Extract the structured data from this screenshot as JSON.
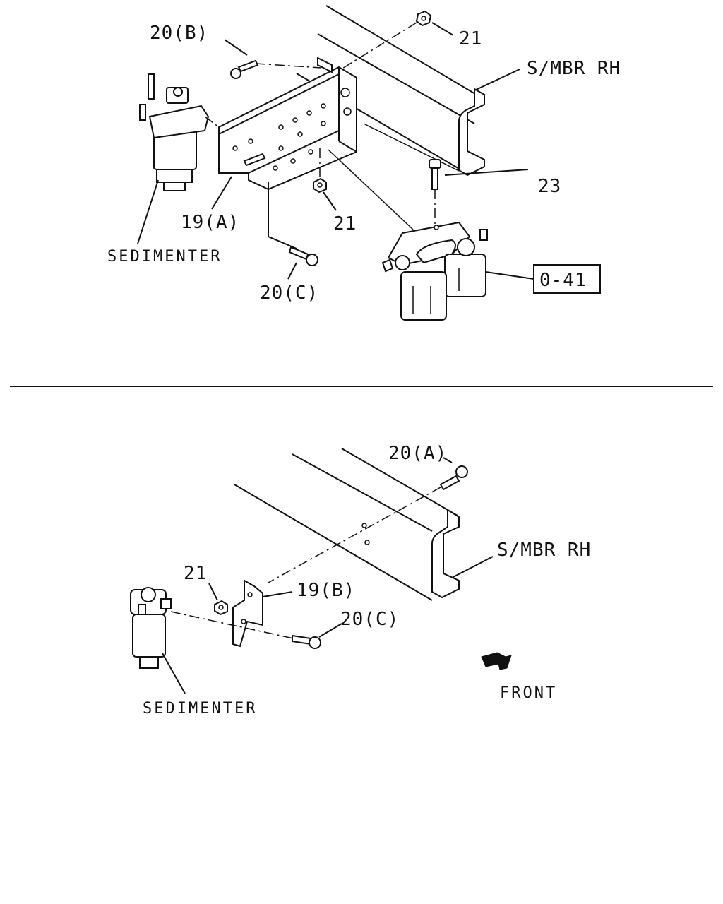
{
  "top": {
    "labels": {
      "bolt_b": "20(B)",
      "nut_top": "21",
      "sidemember": "S/MBR RH",
      "bolt_23": "23",
      "bracket_a": "19(A)",
      "nut_mid": "21",
      "sedimenter": "SEDIMENTER",
      "bolt_c": "20(C)",
      "ref_box": "0-41"
    }
  },
  "bottom": {
    "labels": {
      "bolt_a": "20(A)",
      "sidemember": "S/MBR RH",
      "nut": "21",
      "bracket_b": "19(B)",
      "bolt_c": "20(C)",
      "sedimenter": "SEDIMENTER",
      "front": "FRONT"
    }
  }
}
